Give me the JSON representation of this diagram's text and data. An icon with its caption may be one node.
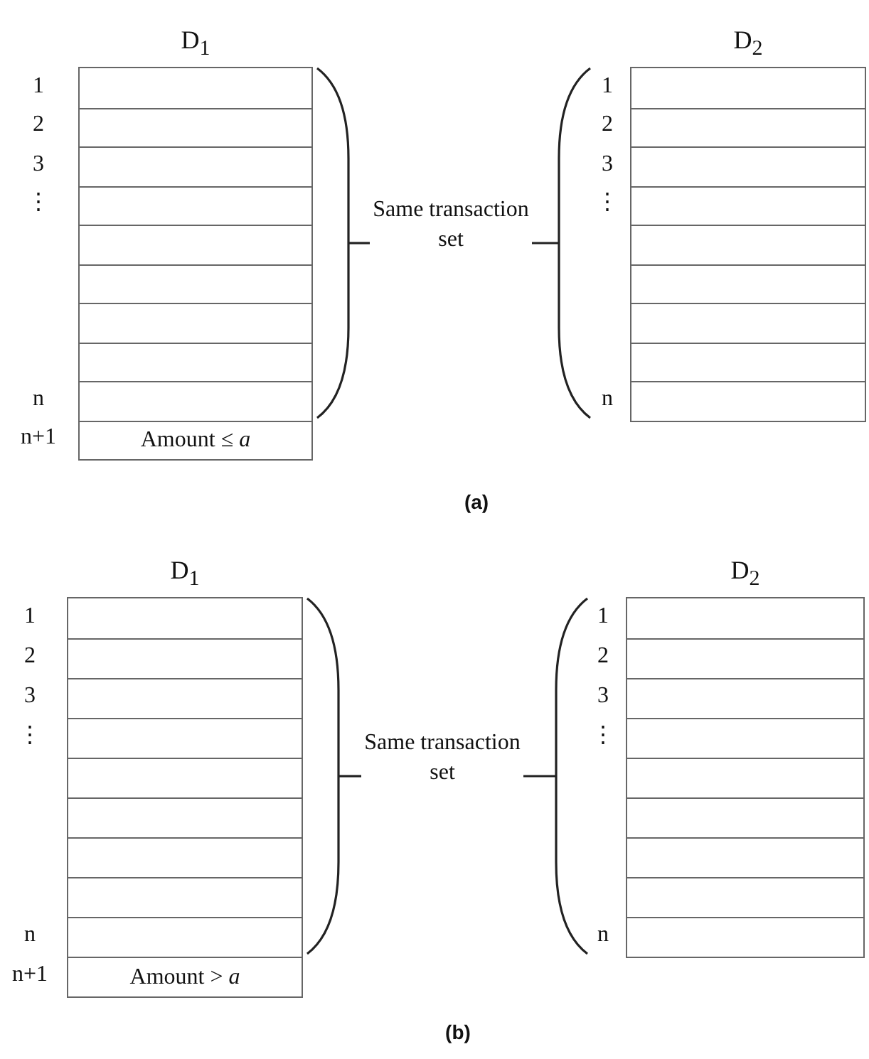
{
  "diagram": {
    "nodes": [
      {
        "text": [
          "D$_{1}$",
          "Amount ≤ *a*"
        ],
        "beside": [
          "1",
          "2",
          "3",
          "⋮",
          "n",
          "n+1"
        ]
      },
      {
        "text": [],
        "shape": "bracket"
      },
      {
        "text": [
          "Same transaction set"
        ]
      },
      {
        "text": [],
        "shape": "bracket"
      },
      {
        "text": [
          "D$_{2}$"
        ],
        "beside": [
          "1",
          "2",
          "3",
          "⋮",
          "n"
        ]
      },
      {
        "text": [
          "D$_{1}$",
          "Amount > *a*"
        ],
        "beside": [
          "1",
          "2",
          "3",
          "⋮",
          "n",
          "n+1"
        ]
      },
      {
        "text": [],
        "shape": "bracket"
      },
      {
        "text": [
          "Same transaction set"
        ]
      },
      {
        "text": [],
        "shape": "bracket"
      },
      {
        "text": [
          "D$_{2}$"
        ],
        "beside": [
          "1",
          "2",
          "3",
          "⋮",
          "n"
        ]
      }
    ],
    "edges": [
      {
        "from": 2,
        "to": 1,
        "arrow": "none"
      },
      {
        "from": 2,
        "to": 3,
        "arrow": "none"
      },
      {
        "from": 7,
        "to": 6,
        "arrow": "none"
      },
      {
        "from": 7,
        "to": 8,
        "arrow": "none"
      }
    ],
    "labels": [
      "(a)",
      "(b)"
    ]
  }
}
